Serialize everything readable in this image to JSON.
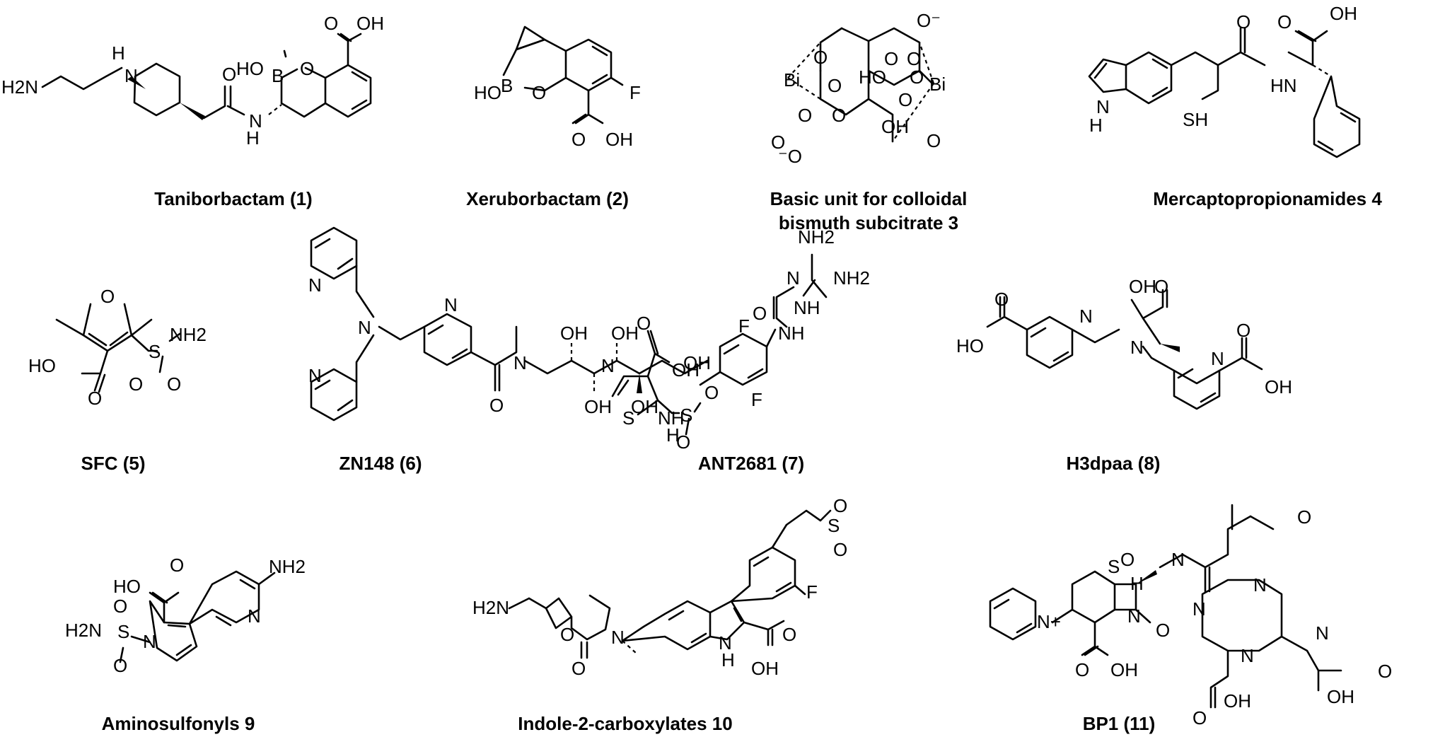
{
  "figure": {
    "compounds": [
      {
        "id": "taniborbactam",
        "caption": "Taniborbactam (1)",
        "caption_line2": "",
        "atoms": [
          "H2N",
          "H",
          "N",
          "HO",
          "B",
          "O",
          "O",
          "OH",
          "O",
          "H",
          "N"
        ]
      },
      {
        "id": "xeruborbactam",
        "caption": "Xeruborbactam (2)",
        "caption_line2": "",
        "atoms": [
          "HO",
          "B",
          "O",
          "F",
          "O",
          "OH"
        ]
      },
      {
        "id": "bismuth",
        "caption": "Basic unit for colloidal",
        "caption_line2": "bismuth subcitrate 3",
        "atoms": [
          "O⁻",
          "O",
          "O",
          "Bi",
          "O",
          "HO",
          "O",
          "O",
          "Bi",
          "O",
          "O",
          "O",
          "OH",
          "O",
          "⁻O",
          "O"
        ]
      },
      {
        "id": "mercapto",
        "caption": "Mercaptopropionamides 4",
        "caption_line2": "",
        "atoms": [
          "O",
          "OH",
          "O",
          "N",
          "H",
          "HN",
          "SH"
        ]
      },
      {
        "id": "sfc",
        "caption": "SFC (5)",
        "caption_line2": "",
        "atoms": [
          "O",
          "S",
          "NH2",
          "HO",
          "O",
          "O",
          "O"
        ]
      },
      {
        "id": "zn148",
        "caption": "ZN148 (6)",
        "caption_line2": "",
        "atoms": [
          "N",
          "N",
          "N",
          "N",
          "N",
          "O",
          "OH",
          "OH",
          "OH",
          "OH",
          "OH"
        ]
      },
      {
        "id": "ant2681",
        "caption": "ANT2681 (7)",
        "caption_line2": "",
        "atoms": [
          "NH2",
          "NH2",
          "N",
          "NH",
          "O",
          "NH",
          "F",
          "F",
          "O",
          "OH",
          "N",
          "S",
          "NH",
          "S",
          "O",
          "O",
          "H"
        ]
      },
      {
        "id": "h3dpaa",
        "caption": "H3dpaa (8)",
        "caption_line2": "",
        "atoms": [
          "OH",
          "O",
          "O",
          "HO",
          "N",
          "N",
          "N",
          "O",
          "OH"
        ]
      },
      {
        "id": "aminosulfonyl",
        "caption": "Aminosulfonyls 9",
        "caption_line2": "",
        "atoms": [
          "HO",
          "O",
          "NH2",
          "N",
          "H2N",
          "S",
          "N",
          "O",
          "O"
        ]
      },
      {
        "id": "indole",
        "caption": "Indole-2-carboxylates 10",
        "caption_line2": "",
        "atoms": [
          "O",
          "S",
          "O",
          "H2N",
          "F",
          "N",
          "O",
          "N",
          "H",
          "O",
          "O",
          "OH"
        ]
      },
      {
        "id": "bp1",
        "caption": "BP1 (11)",
        "caption_line2": "",
        "atoms": [
          "O",
          "O",
          "S",
          "H",
          "N",
          "N+",
          "N",
          "O",
          "N",
          "N",
          "N",
          "N",
          "O",
          "OH",
          "O",
          "OH",
          "O",
          "OH"
        ]
      }
    ]
  }
}
